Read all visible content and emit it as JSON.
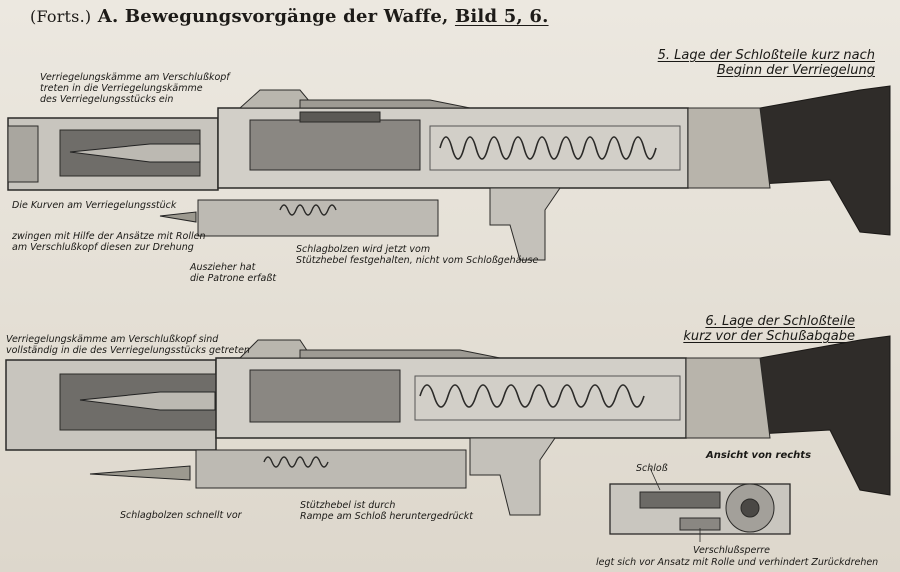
{
  "header": {
    "prefix": "(Forts.)",
    "title": "A. Bewegungsvorgänge der Waffe,",
    "figure_ref": "Bild 5, 6."
  },
  "figure5": {
    "caption_line1": "5. Lage der Schloßteile kurz nach",
    "caption_line2": "Beginn der Verriegelung",
    "labels": {
      "verriegelungskaemme": [
        "Verriegelungskämme am Verschlußkopf",
        "treten in die Verriegelungskämme",
        "des Verriegelungsstücks ein"
      ],
      "kurven": "Die Kurven am Verriegelungsstück",
      "zwingen": [
        "zwingen mit Hilfe der Ansätze mit Rollen",
        "am Verschlußkopf diesen zur Drehung"
      ],
      "auszieher": [
        "Auszieher hat",
        "die Patrone erfaßt"
      ],
      "schlagbolzen": [
        "Schlagbolzen wird jetzt vom",
        "Stützhebel festgehalten, nicht vom Schloßgehäuse"
      ]
    }
  },
  "figure6": {
    "caption_line1": "6. Lage der Schloßteile",
    "caption_line2": "kurz vor der Schußabgabe",
    "labels": {
      "verriegelungskaemme": [
        "Verriegelungskämme am Verschlußkopf sind",
        "vollständig in die des Verriegelungsstücks getreten"
      ],
      "schlagbolzen": "Schlagbolzen schnellt vor",
      "stuetzhebel": [
        "Stützhebel ist durch",
        "Rampe am Schloß heruntergedrückt"
      ]
    }
  },
  "inset": {
    "title": "Ansicht von rechts",
    "schloss": "Schloß",
    "verschlusssperre": "Verschlußsperre",
    "bottom_note": "legt sich vor Ansatz mit Rolle und verhindert Zurückdrehen"
  },
  "colors": {
    "paper": "#e7e2d9",
    "ink": "#1d1b18",
    "metal_dark": "#3a3a38",
    "metal_mid": "#8c8a85",
    "metal_light": "#c9c6bf",
    "wood": "#2d2a27"
  }
}
